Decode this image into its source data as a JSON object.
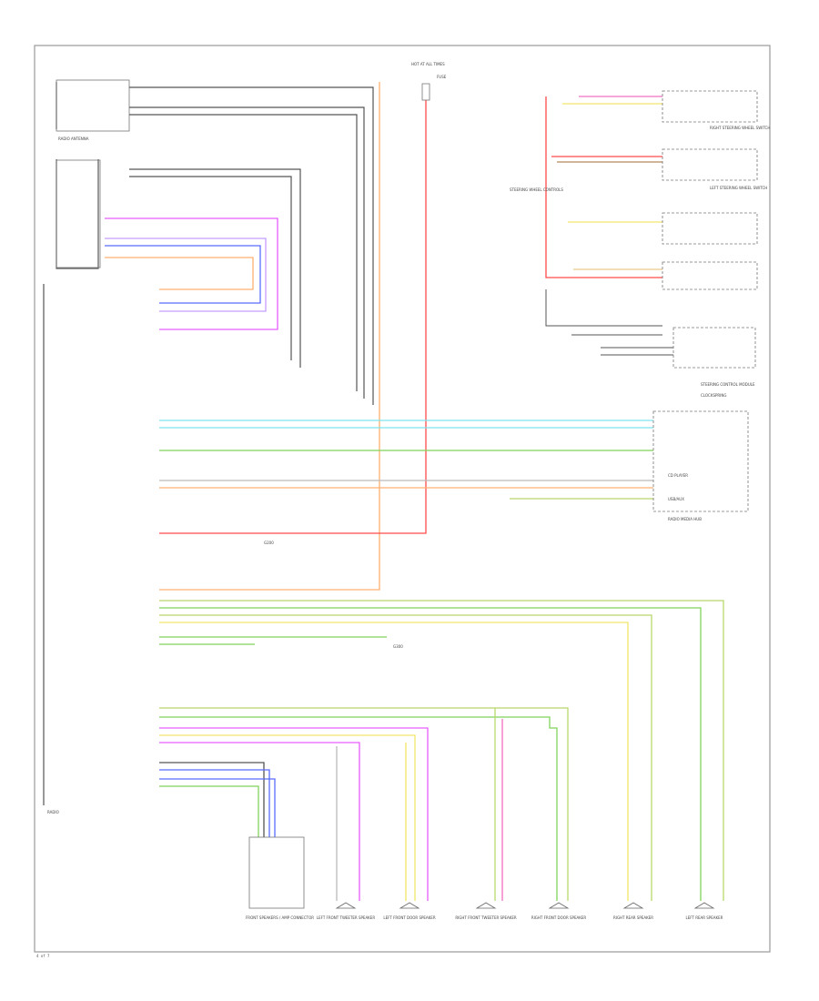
{
  "title": "",
  "page_number": "4 of 7",
  "colors": {
    "frame": "#9a9a9a",
    "dark": "#555555",
    "red": "#ff4a4a",
    "orange": "#ffb070",
    "yellow": "#f2e66a",
    "green": "#7fd45a",
    "olive": "#b8d86a",
    "cyan": "#7fe3ee",
    "magenta": "#e85cff",
    "blue": "#5b6cff",
    "violet": "#c79cff",
    "tan": "#e6c98a",
    "pink": "#f070c0",
    "brown": "#b58a5a"
  },
  "labels": {
    "radio_antenna": "RADIO ANTENNA",
    "radio": "RADIO",
    "hot_at_all_times": "HOT AT ALL TIMES",
    "fuse": "FUSE",
    "steering_wheel_controls": "STEERING WHEEL CONTROLS",
    "left_steering_wheel_switch": "LEFT STEERING WHEEL SWITCH",
    "right_steering_wheel_switch": "RIGHT STEERING WHEEL SWITCH",
    "steering_control_module": "STEERING CONTROL MODULE",
    "clockspring": "CLOCKSPRING",
    "radio_media_hub": "RADIO MEDIA HUB",
    "cd_player": "CD PLAYER",
    "usb_aux": "USB/AUX",
    "g200": "G200",
    "g300": "G300"
  },
  "speakers": [
    "FRONT SPEAKERS / AMP CONNECTOR",
    "LEFT FRONT TWEETER SPEAKER",
    "LEFT FRONT DOOR SPEAKER",
    "RIGHT FRONT TWEETER SPEAKER",
    "RIGHT FRONT DOOR SPEAKER",
    "RIGHT REAR SPEAKER",
    "LEFT REAR SPEAKER"
  ]
}
